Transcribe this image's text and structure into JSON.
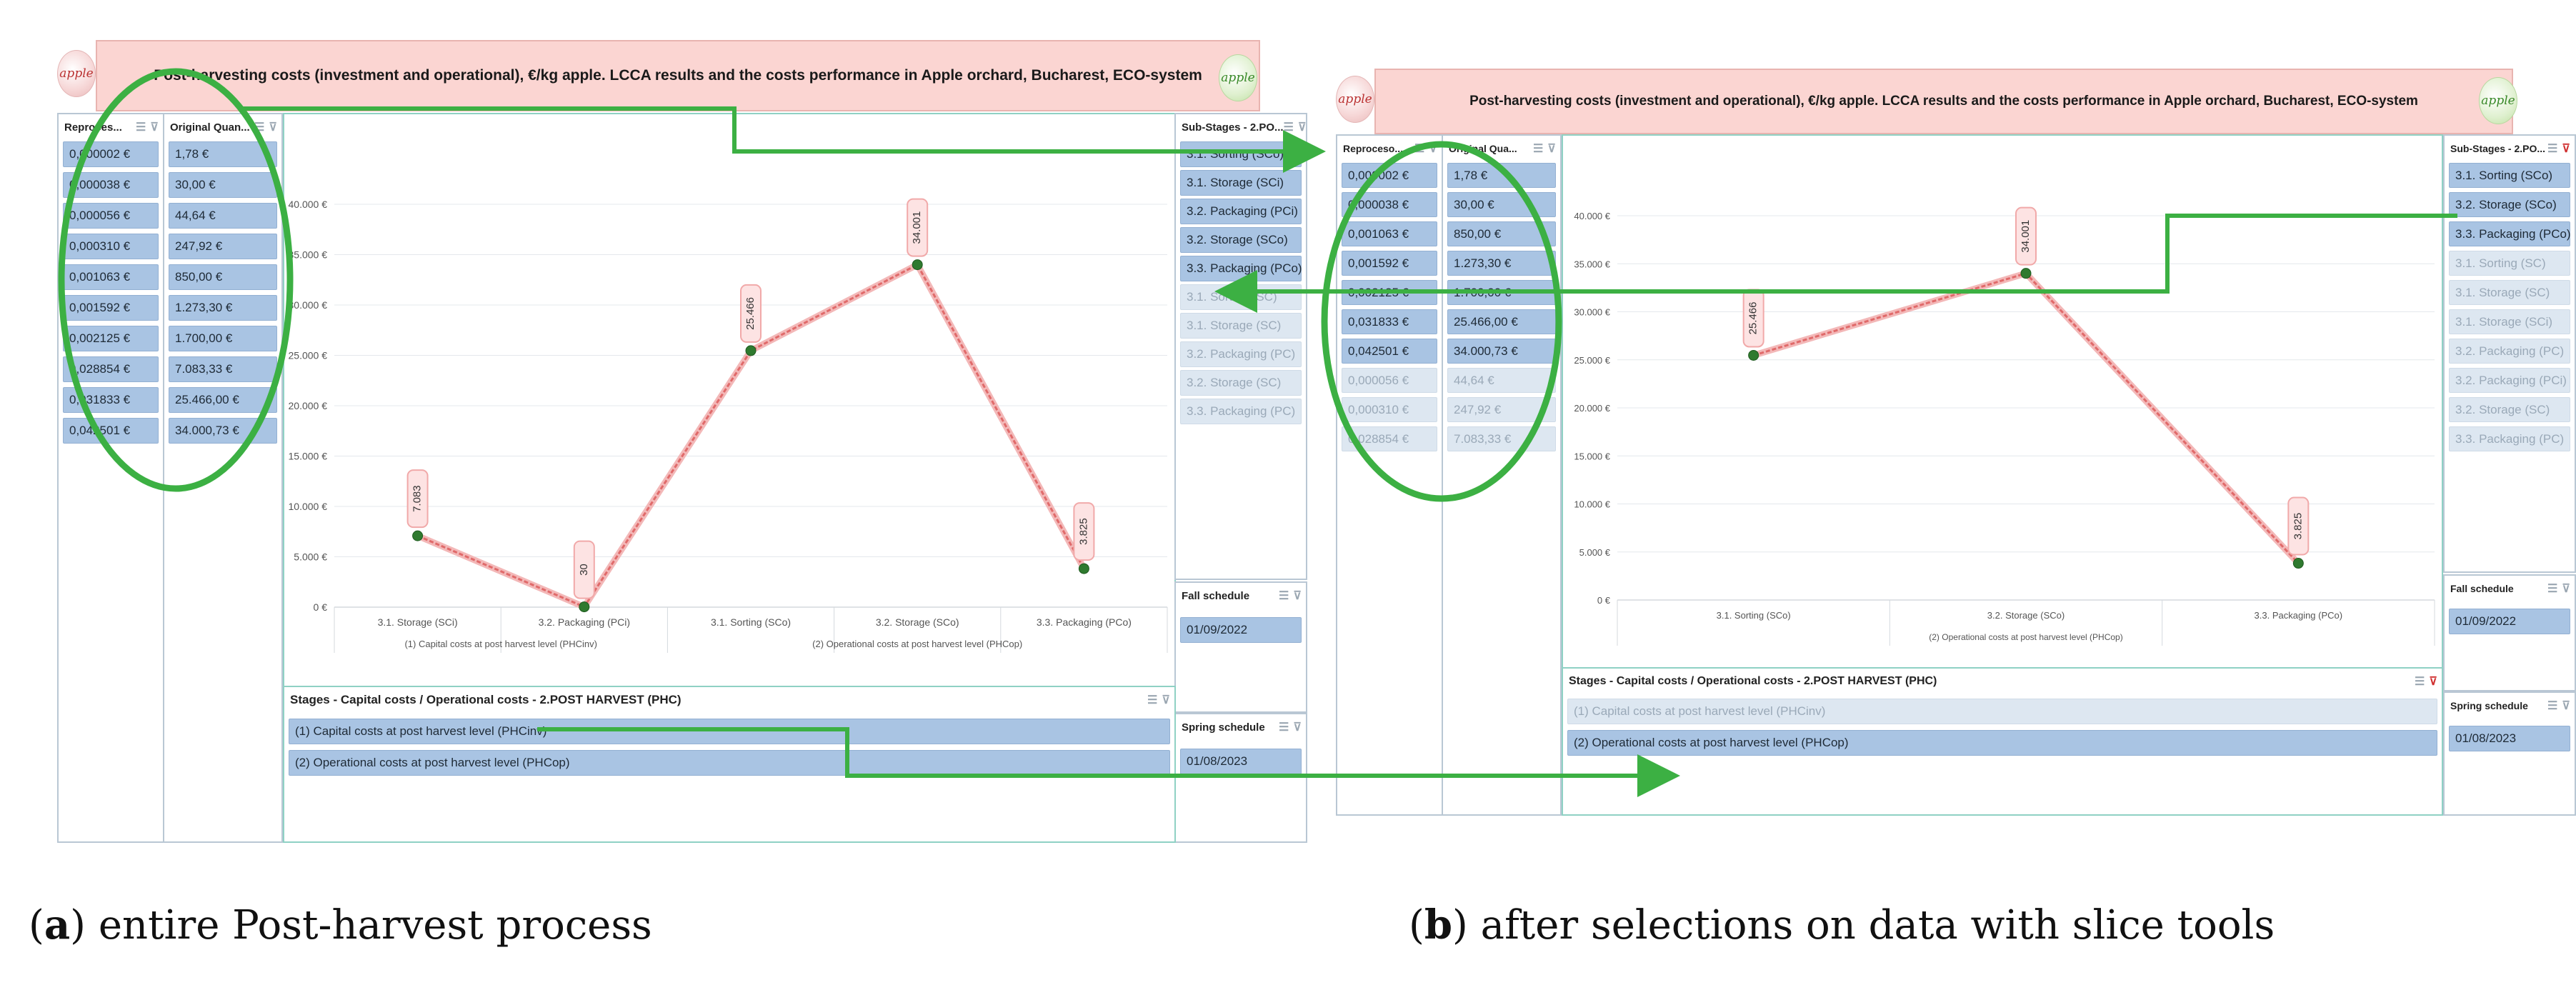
{
  "title": "Post-harvesting costs (investment and operational), €/kg apple. LCCA results and the costs performance in Apple orchard, Bucharest, ECO-system",
  "logo_text": "apple",
  "slicer_titles": {
    "repro_a": "Reproces...",
    "repro_b": "Reproceso...",
    "orig_a": "Original Quan...",
    "orig_b": "Original Qua...",
    "substages_a": "Sub-Stages - 2.PO...",
    "substages_b": "Sub-Stages - 2.PO...",
    "fall": "Fall schedule",
    "spring": "Spring schedule",
    "stages": "Stages - Capital costs / Operational costs - 2.POST HARVEST (PHC)"
  },
  "panel_a": {
    "repro": [
      {
        "t": "0,000002 €",
        "on": true
      },
      {
        "t": "0,000038 €",
        "on": true
      },
      {
        "t": "0,000056 €",
        "on": true
      },
      {
        "t": "0,000310 €",
        "on": true
      },
      {
        "t": "0,001063 €",
        "on": true
      },
      {
        "t": "0,001592 €",
        "on": true
      },
      {
        "t": "0,002125 €",
        "on": true
      },
      {
        "t": "0,028854 €",
        "on": true
      },
      {
        "t": "0,031833 €",
        "on": true
      },
      {
        "t": "0,042501 €",
        "on": true
      }
    ],
    "orig": [
      {
        "t": "1,78 €",
        "on": true
      },
      {
        "t": "30,00 €",
        "on": true
      },
      {
        "t": "44,64 €",
        "on": true
      },
      {
        "t": "247,92 €",
        "on": true
      },
      {
        "t": "850,00 €",
        "on": true
      },
      {
        "t": "1.273,30 €",
        "on": true
      },
      {
        "t": "1.700,00 €",
        "on": true
      },
      {
        "t": "7.083,33 €",
        "on": true
      },
      {
        "t": "25.466,00 €",
        "on": true
      },
      {
        "t": "34.000,73 €",
        "on": true
      }
    ],
    "substages": [
      {
        "t": "3.1. Sorting (SCo)",
        "on": true
      },
      {
        "t": "3.1. Storage (SCi)",
        "on": true
      },
      {
        "t": "3.2. Packaging (PCi)",
        "on": true
      },
      {
        "t": "3.2. Storage (SCo)",
        "on": true
      },
      {
        "t": "3.3. Packaging (PCo)",
        "on": true
      },
      {
        "t": "3.1. Sorting (SC)",
        "on": false
      },
      {
        "t": "3.1. Storage (SC)",
        "on": false
      },
      {
        "t": "3.2. Packaging (PC)",
        "on": false
      },
      {
        "t": "3.2. Storage (SC)",
        "on": false
      },
      {
        "t": "3.3. Packaging (PC)",
        "on": false
      }
    ],
    "fall_value": "01/09/2022",
    "spring_value": "01/08/2023",
    "stages": [
      {
        "t": "(1) Capital costs at post harvest level (PHCinv)",
        "on": true
      },
      {
        "t": "(2) Operational costs at post harvest level (PHCop)",
        "on": true
      }
    ]
  },
  "panel_b": {
    "repro": [
      {
        "t": "0,000002 €",
        "on": true
      },
      {
        "t": "0,000038 €",
        "on": true
      },
      {
        "t": "0,001063 €",
        "on": true
      },
      {
        "t": "0,001592 €",
        "on": true
      },
      {
        "t": "0,002125 €",
        "on": true
      },
      {
        "t": "0,031833 €",
        "on": true
      },
      {
        "t": "0,042501 €",
        "on": true
      },
      {
        "t": "0,000056 €",
        "on": false
      },
      {
        "t": "0,000310 €",
        "on": false
      },
      {
        "t": "0,028854 €",
        "on": false
      }
    ],
    "orig": [
      {
        "t": "1,78 €",
        "on": true
      },
      {
        "t": "30,00 €",
        "on": true
      },
      {
        "t": "850,00 €",
        "on": true
      },
      {
        "t": "1.273,30 €",
        "on": true
      },
      {
        "t": "1.700,00 €",
        "on": true
      },
      {
        "t": "25.466,00 €",
        "on": true
      },
      {
        "t": "34.000,73 €",
        "on": true
      },
      {
        "t": "44,64 €",
        "on": false
      },
      {
        "t": "247,92 €",
        "on": false
      },
      {
        "t": "7.083,33 €",
        "on": false
      }
    ],
    "substages": [
      {
        "t": "3.1. Sorting (SCo)",
        "on": true
      },
      {
        "t": "3.2. Storage (SCo)",
        "on": true
      },
      {
        "t": "3.3. Packaging (PCo)",
        "on": true
      },
      {
        "t": "3.1. Sorting (SC)",
        "on": false
      },
      {
        "t": "3.1. Storage (SC)",
        "on": false
      },
      {
        "t": "3.1. Storage (SCi)",
        "on": false
      },
      {
        "t": "3.2. Packaging (PC)",
        "on": false
      },
      {
        "t": "3.2. Packaging (PCi)",
        "on": false
      },
      {
        "t": "3.2. Storage (SC)",
        "on": false
      },
      {
        "t": "3.3. Packaging (PC)",
        "on": false
      }
    ],
    "fall_value": "01/09/2022",
    "spring_value": "01/08/2023",
    "stages": [
      {
        "t": "(1) Capital costs at post harvest level (PHCinv)",
        "on": false
      },
      {
        "t": "(2) Operational costs at post harvest level (PHCop)",
        "on": true
      }
    ]
  },
  "captions": {
    "a_letter": "a",
    "a_text": " entire Post-harvest process",
    "b_letter": "b",
    "b_text": " after selections on data with slice tools"
  },
  "colors": {
    "selection": "#a9c4e3",
    "title_bg": "#fbd5d2",
    "series": "#e06a6a",
    "annotation": "#3cb043"
  },
  "chart_data": [
    {
      "type": "line",
      "title": "",
      "xlabel": "",
      "ylabel": "",
      "ylim": [
        0,
        40000
      ],
      "yticks": [
        "0 €",
        "5.000 €",
        "10.000 €",
        "15.000 €",
        "20.000 €",
        "25.000 €",
        "30.000 €",
        "35.000 €",
        "40.000 €"
      ],
      "categories": [
        "3.1. Storage (SCi)",
        "3.2. Packaging (PCi)",
        "3.1. Sorting (SCo)",
        "3.2. Storage (SCo)",
        "3.3. Packaging (PCo)"
      ],
      "groups": [
        {
          "label": "(1) Capital costs at post harvest level (PHCinv)",
          "span": [
            0,
            1
          ]
        },
        {
          "label": "(2) Operational costs at post harvest level (PHCop)",
          "span": [
            2,
            4
          ]
        }
      ],
      "values": [
        7083,
        30,
        25466,
        34001,
        3825
      ],
      "data_labels": [
        "7.083",
        "30",
        "25.466",
        "34.001",
        "3.825"
      ],
      "grid": true,
      "legend": "none"
    },
    {
      "type": "line",
      "title": "",
      "xlabel": "",
      "ylabel": "",
      "ylim": [
        0,
        40000
      ],
      "yticks": [
        "0 €",
        "5.000 €",
        "10.000 €",
        "15.000 €",
        "20.000 €",
        "25.000 €",
        "30.000 €",
        "35.000 €",
        "40.000 €"
      ],
      "categories": [
        "3.1. Sorting (SCo)",
        "3.2. Storage (SCo)",
        "3.3. Packaging (PCo)"
      ],
      "groups": [
        {
          "label": "(2) Operational costs at post harvest level (PHCop)",
          "span": [
            0,
            2
          ]
        }
      ],
      "values": [
        25466,
        34001,
        3825
      ],
      "data_labels": [
        "25.466",
        "34.001",
        "3.825"
      ],
      "grid": true,
      "legend": "none"
    }
  ]
}
